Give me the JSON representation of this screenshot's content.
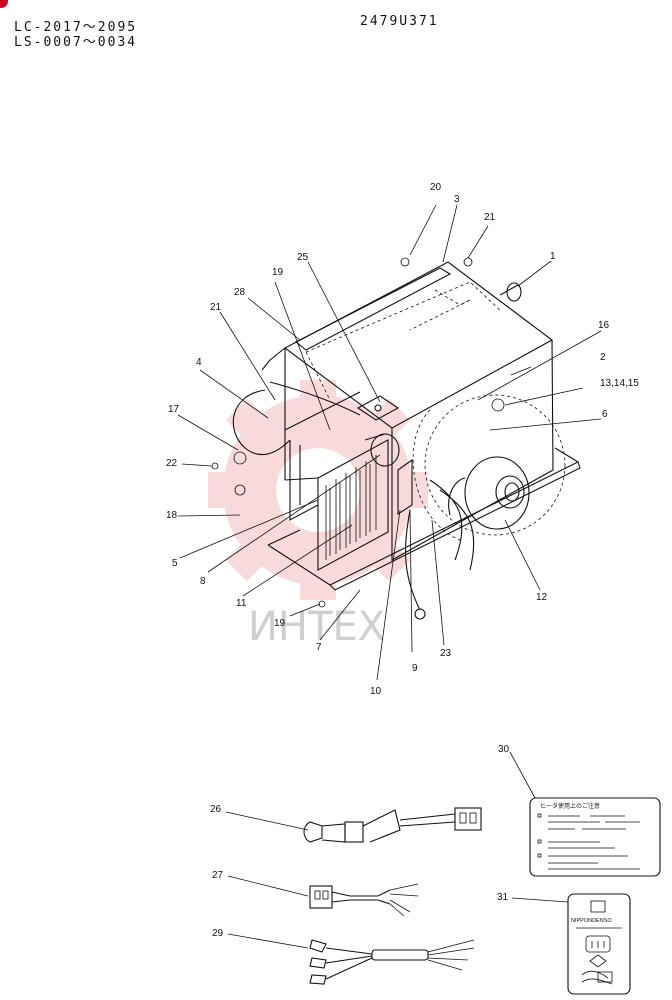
{
  "header": {
    "serial_line_1": "LC-2017〜2095",
    "serial_line_2": "LS-0007〜0034",
    "drawing_number": "2479U371"
  },
  "watermark": "ИНTEX",
  "parts": {
    "p1": "1",
    "p2": "2",
    "p3": "3",
    "p4": "4",
    "p5": "5",
    "p6": "6",
    "p7": "7",
    "p8": "8",
    "p9": "9",
    "p10": "10",
    "p11": "11",
    "p12": "12",
    "p13_15": "13,14,15",
    "p16": "16",
    "p17": "17",
    "p18": "18",
    "p19a": "19",
    "p19b": "19",
    "p20": "20",
    "p21a": "21",
    "p21b": "21",
    "p22": "22",
    "p23": "23",
    "p25": "25",
    "p26": "26",
    "p27": "27",
    "p28": "28",
    "p29": "29",
    "p30": "30",
    "p31": "31"
  },
  "decal_31_brand": "NIPPONDENSO",
  "colors": {
    "ink": "#111111",
    "watermark": "#e03a3a",
    "badge": "#d0021b"
  }
}
